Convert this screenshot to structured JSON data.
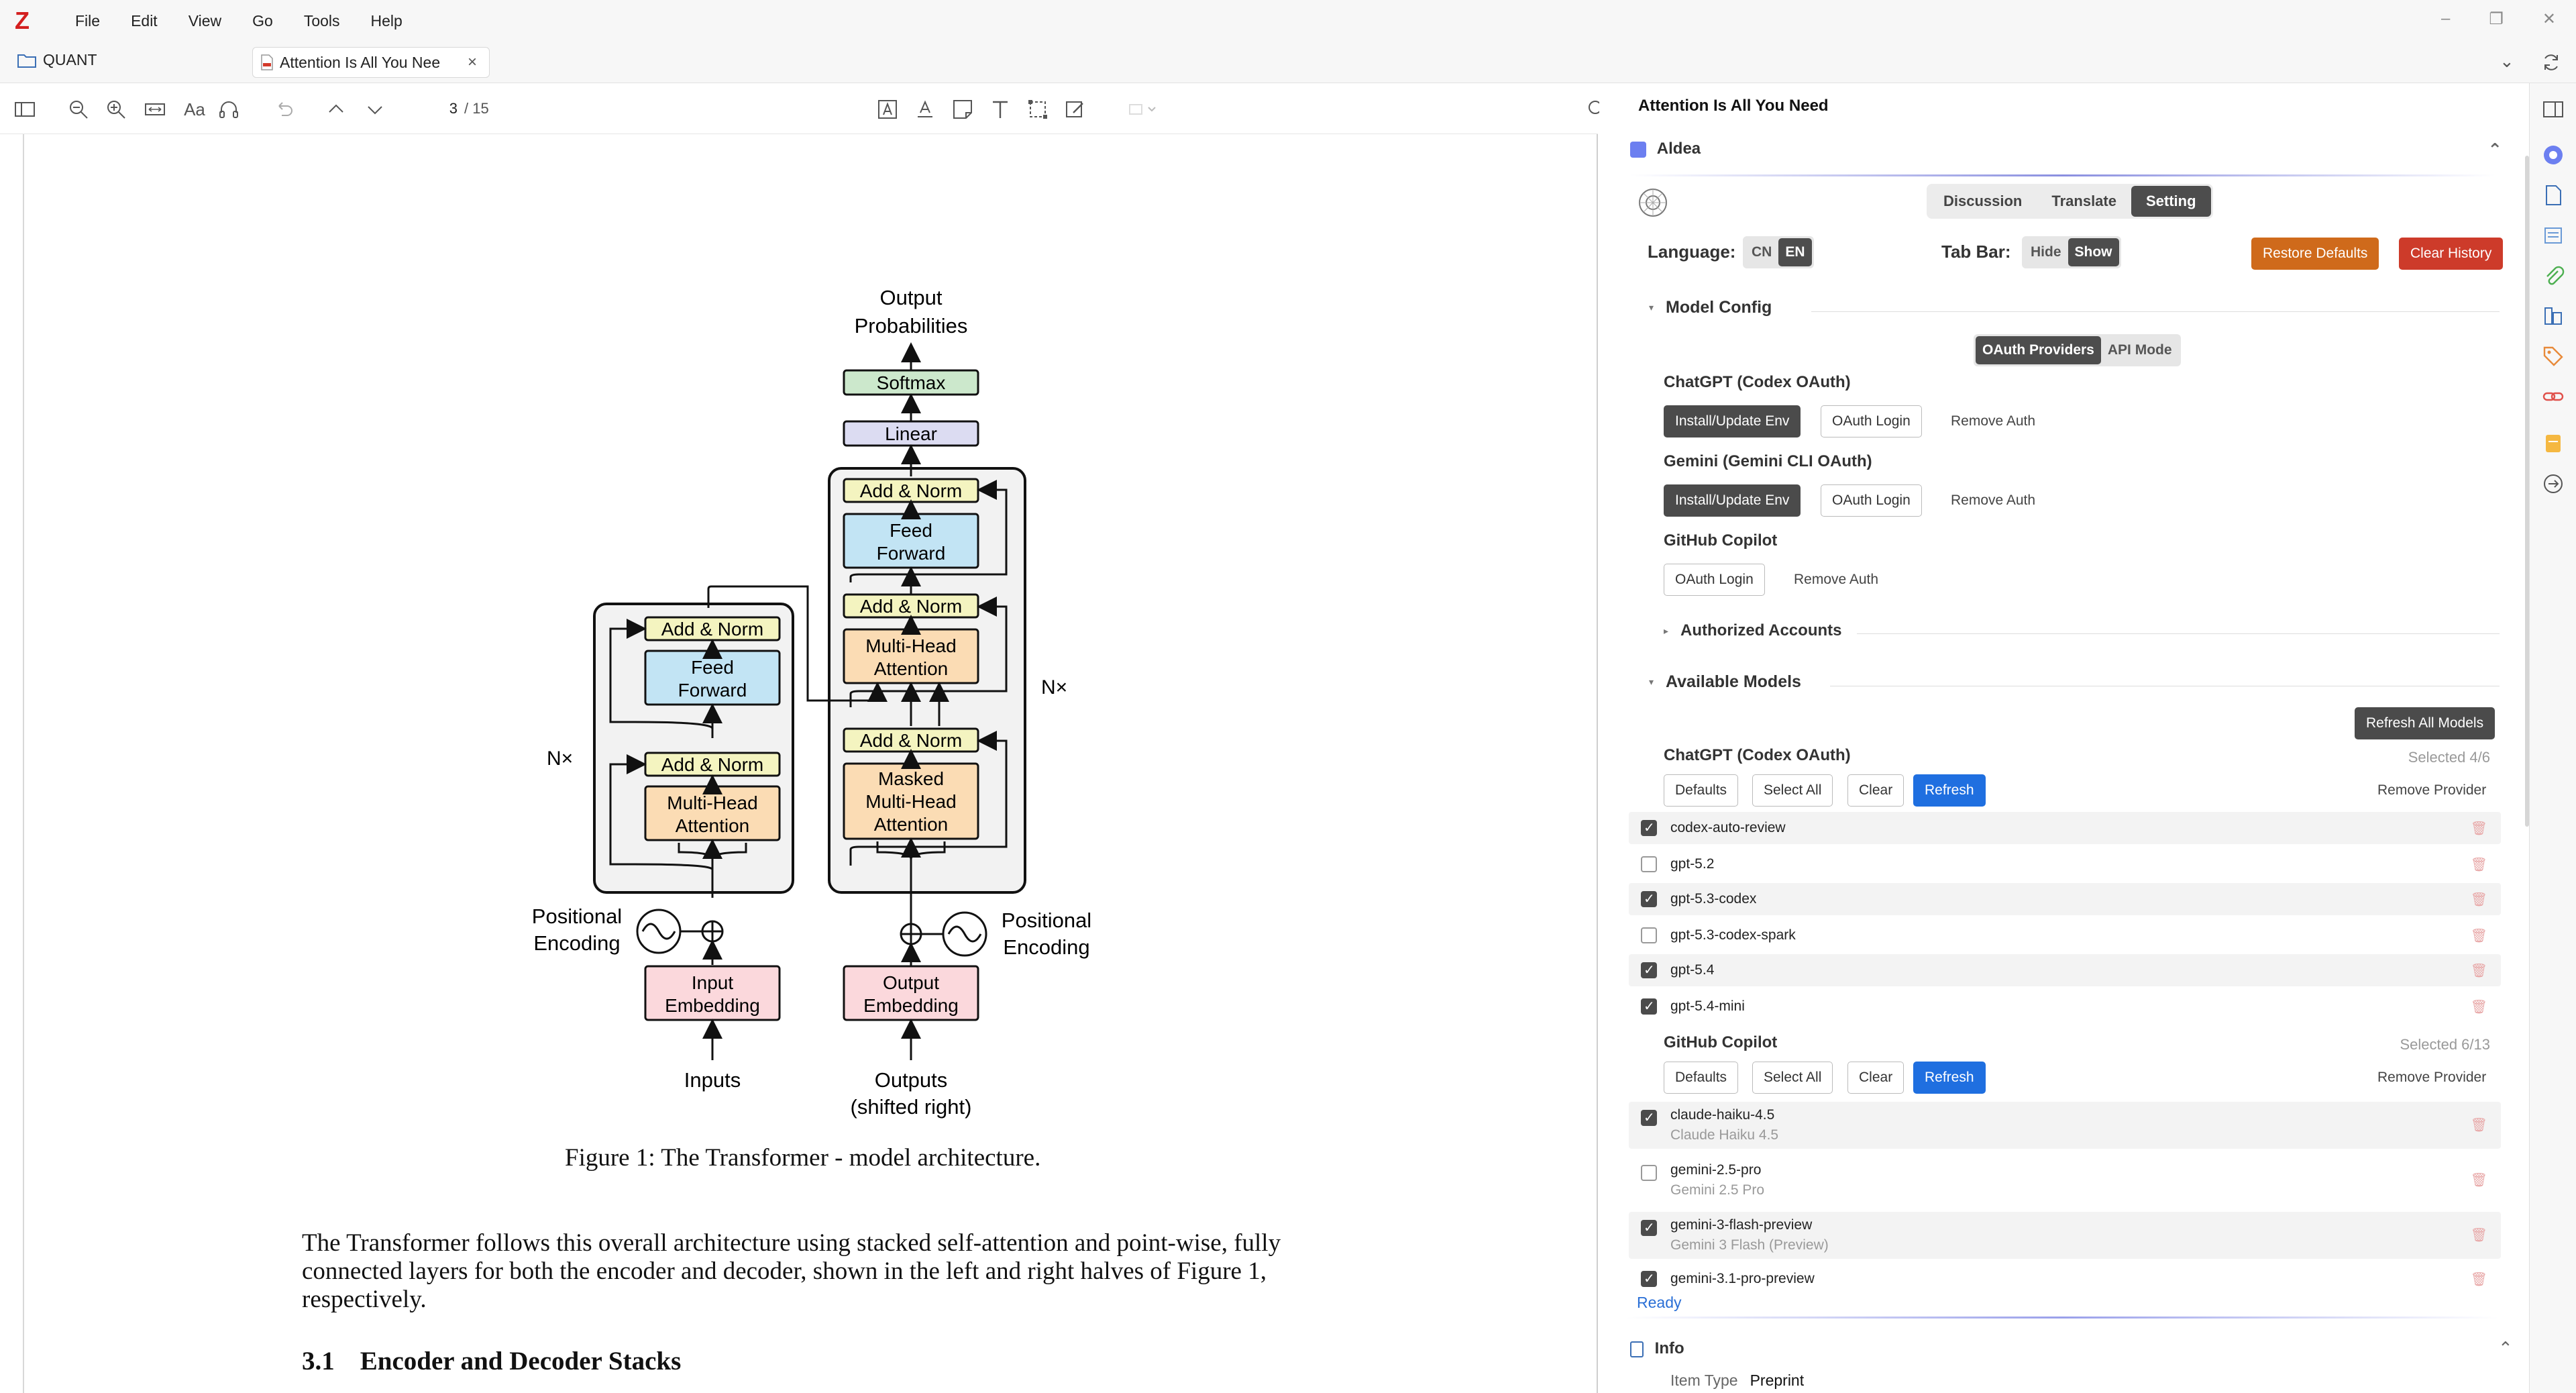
{
  "menubar": {
    "logo": "Z",
    "items": [
      "File",
      "Edit",
      "View",
      "Go",
      "Tools",
      "Help"
    ],
    "window_controls": [
      "–",
      "❐",
      "✕"
    ]
  },
  "tabs": {
    "library": "QUANT",
    "document": "Attention Is All You Nee",
    "close": "×"
  },
  "toolbar": {
    "page_current": "3",
    "page_total": "/ 15",
    "text_size_label": "Aa"
  },
  "document": {
    "figure_caption": "Figure 1: The Transformer - model architecture.",
    "paragraph": "The Transformer follows this overall architecture using stacked self-attention and point-wise, fully connected layers for both the encoder and decoder, shown in the left and right halves of Figure 1, respectively.",
    "section_number": "3.1",
    "section_title": "Encoder and Decoder Stacks",
    "figure": {
      "output_probabilities": [
        "Output",
        "Probabilities"
      ],
      "softmax": "Softmax",
      "linear": "Linear",
      "add_norm": "Add & Norm",
      "feed_forward": [
        "Feed",
        "Forward"
      ],
      "multi_head_attention": [
        "Multi-Head",
        "Attention"
      ],
      "masked_attention": [
        "Masked",
        "Multi-Head",
        "Attention"
      ],
      "nx": "N×",
      "positional_encoding": [
        "Positional",
        "Encoding"
      ],
      "input_embedding": [
        "Input",
        "Embedding"
      ],
      "output_embedding": [
        "Output",
        "Embedding"
      ],
      "inputs": "Inputs",
      "outputs": [
        "Outputs",
        "(shifted right)"
      ]
    }
  },
  "pane": {
    "title": "Attention Is All You Need",
    "plugin_name": "Aldea",
    "tabs": [
      "Discussion",
      "Translate",
      "Setting"
    ],
    "active_tab": "Setting",
    "language_label": "Language:",
    "language_options": [
      "CN",
      "EN"
    ],
    "language_selected": "EN",
    "tabbar_label": "Tab Bar:",
    "tabbar_options": [
      "Hide",
      "Show"
    ],
    "tabbar_selected": "Show",
    "restore_defaults": "Restore Defaults",
    "clear_history": "Clear History",
    "model_config": "Model Config",
    "mode_options": [
      "OAuth Providers",
      "API Mode"
    ],
    "mode_selected": "OAuth Providers",
    "providers": [
      {
        "name": "ChatGPT (Codex OAuth)",
        "install": "Install/Update Env",
        "login": "OAuth Login",
        "remove": "Remove Auth"
      },
      {
        "name": "Gemini (Gemini CLI OAuth)",
        "install": "Install/Update Env",
        "login": "OAuth Login",
        "remove": "Remove Auth"
      },
      {
        "name": "GitHub Copilot",
        "login": "OAuth Login",
        "remove": "Remove Auth"
      }
    ],
    "authorized_accounts": "Authorized Accounts",
    "available_models": "Available Models",
    "refresh_all": "Refresh All Models",
    "model_groups": [
      {
        "name": "ChatGPT (Codex OAuth)",
        "selected": "Selected 4/6",
        "buttons": [
          "Defaults",
          "Select All",
          "Clear",
          "Refresh"
        ],
        "remove": "Remove Provider",
        "models": [
          {
            "id": "codex-auto-review",
            "checked": true
          },
          {
            "id": "gpt-5.2",
            "checked": false
          },
          {
            "id": "gpt-5.3-codex",
            "checked": true
          },
          {
            "id": "gpt-5.3-codex-spark",
            "checked": false
          },
          {
            "id": "gpt-5.4",
            "checked": true
          },
          {
            "id": "gpt-5.4-mini",
            "checked": true
          }
        ]
      },
      {
        "name": "GitHub Copilot",
        "selected": "Selected 6/13",
        "buttons": [
          "Defaults",
          "Select All",
          "Clear",
          "Refresh"
        ],
        "remove": "Remove Provider",
        "models": [
          {
            "id": "claude-haiku-4.5",
            "label": "Claude Haiku 4.5",
            "checked": true
          },
          {
            "id": "gemini-2.5-pro",
            "label": "Gemini 2.5 Pro",
            "checked": false
          },
          {
            "id": "gemini-3-flash-preview",
            "label": "Gemini 3 Flash (Preview)",
            "checked": true
          },
          {
            "id": "gemini-3.1-pro-preview",
            "checked": true
          }
        ]
      }
    ],
    "status": "Ready",
    "info_title": "Info",
    "item_type_label": "Item Type",
    "item_type_value": "Preprint"
  },
  "colors": {
    "accent_blue": "#1f6fe0",
    "orange": "#cf6a1b",
    "red": "#cd3b2a",
    "dark": "#4b4b4b",
    "softmax_fill": "#cce8cc",
    "linear_fill": "#dcdcf2",
    "addnorm_fill": "#f4f4c0",
    "ff_fill": "#c2e4f4",
    "attn_fill": "#fbdcb4",
    "embed_fill": "#fbd8dc"
  }
}
